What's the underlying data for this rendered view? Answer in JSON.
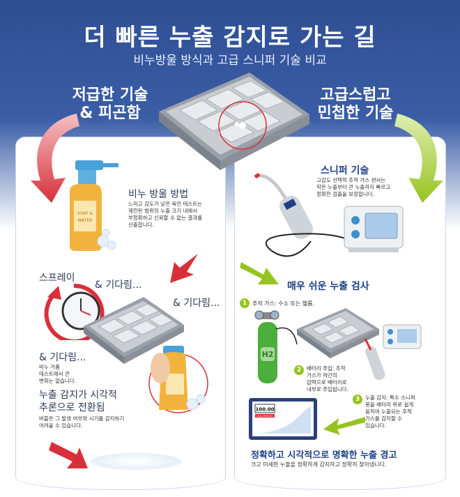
{
  "header": {
    "title": "더 빠른 누출 감지로 가는 길",
    "subtitle": "비누방울 방식과 고급 스니퍼 기술 비교"
  },
  "left": {
    "headline": [
      "저급한 기술",
      "& 피곤함"
    ],
    "soap_title": "비누 방울 방법",
    "soap_desc": [
      "느리고 감도가 낮은 육안 테스트는",
      "제한된 범위의 누출 크기 내에서",
      "부정확하고 신뢰할 수 없는 결과를",
      "산출합니다."
    ],
    "spray": "스프레이",
    "wait1": "& 기다림...",
    "wait2": "& 기다림...",
    "wait3": "& 기다림...",
    "foam_note": [
      "비누 거품",
      "테스트에서 큰",
      "변화는 없습니다."
    ],
    "visual_title": [
      "누출 감지가 시각적",
      "추론으로 전환됨"
    ],
    "visual_desc": [
      "버블은 그 발생 여부와 시기를 감지하기",
      "어려울 수 있습니다."
    ],
    "bottle_label": [
      "SOAP &",
      "WATER"
    ]
  },
  "right": {
    "headline": [
      "고급스럽고",
      "민첩한 기술"
    ],
    "sniffer_title": "스니퍼 기술",
    "sniffer_desc": [
      "고감도 선택적 추적 가스 센서는",
      "작은 누출부터 큰 누출까지 빠르고",
      "정확한 검출을 보장합니다."
    ],
    "easy_title": "매우 쉬운 누출 검사",
    "step1_num": "1",
    "step1": "추적 가스: 수소 또는 헬륨.",
    "step2_num": "2",
    "step2": [
      "배터리 주입: 추적",
      "가스가 약간의",
      "압력으로 배터리로",
      "내부로 주입됩니다."
    ],
    "step3_num": "3",
    "step3": [
      "누출 감지: 특수 스니퍼",
      "봉을 배터리 위로 쉽게",
      "움직여 누출되는 추적",
      "가스를 감지할 수",
      "있습니다."
    ],
    "screen_value": "100.00",
    "screen_label": "LEAK DETECTED",
    "alert_title": "정확하고 시각적으로 명확한 누출 경고",
    "alert_desc": "크고 미세한 누출을 정확하게 감지하고 정확히 찾아냅니다.",
    "cylinder_label": "H2"
  },
  "colors": {
    "navy": "#2f4f93",
    "red": "#d8303a",
    "green": "#97c31e",
    "dark_blue": "#1e3f86"
  }
}
